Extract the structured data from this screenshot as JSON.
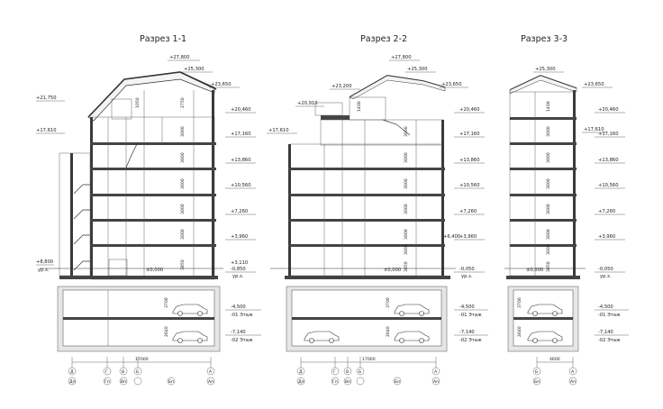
{
  "sections": [
    {
      "title": "Разрез 1-1",
      "left_levels": [
        "+21,750",
        "+17,610",
        "+8,800",
        "ур.з."
      ],
      "right_levels": [
        "+27,800",
        "+25,300",
        "+23,650",
        "+20,460",
        "+17,160",
        "+13,860",
        "+10,560",
        "+7,260",
        "+3,960",
        "+3,110",
        "-0,850",
        "ур.з.",
        "-4,500",
        "-01 Этаж",
        "-7,140",
        "-02 Этаж"
      ],
      "zero_label": "±0,000",
      "storey_dims": [
        "1050",
        "2750",
        "3000",
        "3000",
        "3000",
        "3000",
        "3000",
        "3850"
      ],
      "basement_dims": [
        "3700",
        "2640"
      ],
      "overall_dim": "17000",
      "axes_top": [
        "Д",
        "Г",
        "В",
        "Б",
        "А"
      ],
      "axes_bottom": [
        "Дп",
        "Гп",
        "Вп",
        "Бп",
        "Ап"
      ]
    },
    {
      "title": "Разрез 2-2",
      "left_levels": [
        "+23,200",
        "+20,910",
        "+17,610"
      ],
      "right_levels": [
        "+27,800",
        "+25,300",
        "+23,650",
        "+20,460",
        "+17,160",
        "+13,860",
        "+10,560",
        "+7,260",
        "+3,960",
        "+6,400",
        "-0,050",
        "ур.з.",
        "-4,500",
        "-01 Этаж",
        "-7,140",
        "-02 Этаж"
      ],
      "zero_label": "±0,000",
      "storey_dims": [
        "1400",
        "3000",
        "3000",
        "3000",
        "3000",
        "3000",
        "3000",
        "3850"
      ],
      "basement_dims": [
        "3700",
        "2640"
      ],
      "overall_dim": "17000",
      "axes_top": [
        "Д",
        "Г",
        "В",
        "Б",
        "А"
      ],
      "axes_bottom": [
        "Дп",
        "Гп",
        "Вп",
        "Бп",
        "Ап"
      ]
    },
    {
      "title": "Разрез 3-3",
      "left_levels": [],
      "right_levels": [
        "+25,300",
        "+23,650",
        "+20,460",
        "+17,610",
        "+17,160",
        "+13,860",
        "+10,560",
        "+7,260",
        "+3,960",
        "-0,050",
        "ур.з.",
        "-4,500",
        "-01 Этаж",
        "-7,140",
        "-02 Этаж"
      ],
      "zero_label": "±0,000",
      "storey_dims": [
        "1400",
        "3000",
        "3000",
        "3000",
        "3000",
        "3000",
        "3000",
        "3850"
      ],
      "basement_dims": [
        "3700",
        "2640"
      ],
      "overall_dim": "4600",
      "axes_top": [
        "Б",
        "А"
      ],
      "axes_bottom": [
        "Бп",
        "Ап"
      ]
    }
  ]
}
